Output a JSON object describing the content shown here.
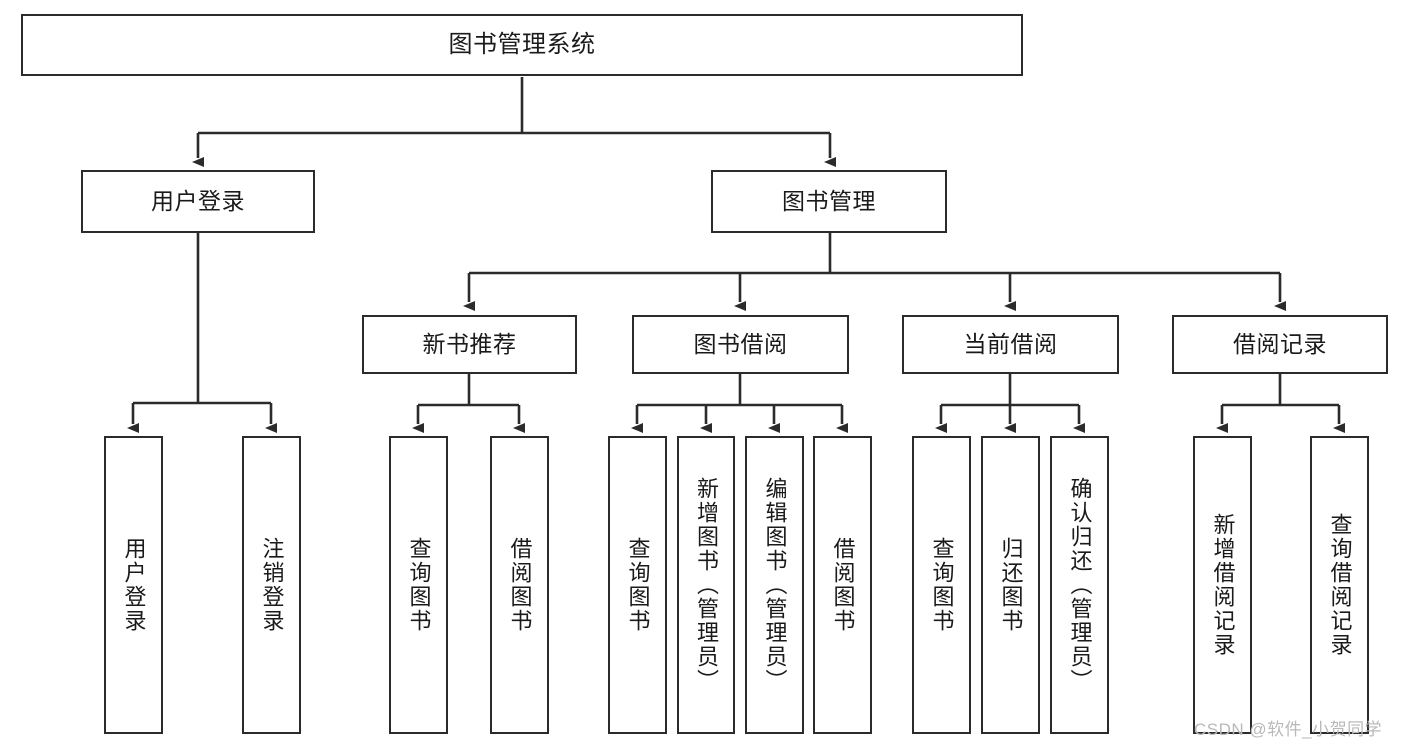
{
  "diagram": {
    "title": "图书管理系统",
    "watermark": "CSDN @软件_小贺同学",
    "colors": {
      "stroke": "#2b2b2b",
      "fill": "#ffffff",
      "text": "#1a1a1a",
      "watermark": "#b9b9b9"
    },
    "nodes": {
      "root": {
        "label": "图书管理系统"
      },
      "level2": [
        {
          "label": "用户登录"
        },
        {
          "label": "图书管理"
        }
      ],
      "level3": [
        {
          "label": "新书推荐"
        },
        {
          "label": "图书借阅"
        },
        {
          "label": "当前借阅"
        },
        {
          "label": "借阅记录"
        }
      ],
      "leaves": {
        "user_login": [
          {
            "label": "用户登录"
          },
          {
            "label": "注销登录"
          }
        ],
        "new_book": [
          {
            "label": "查询图书"
          },
          {
            "label": "借阅图书"
          }
        ],
        "book_borrow": [
          {
            "label": "查询图书"
          },
          {
            "label": "新增图书（管理员）"
          },
          {
            "label": "编辑图书（管理员）"
          },
          {
            "label": "借阅图书"
          }
        ],
        "current_borrow": [
          {
            "label": "查询图书"
          },
          {
            "label": "归还图书"
          },
          {
            "label": "确认归还（管理员）"
          }
        ],
        "borrow_record": [
          {
            "label": "新增借阅记录"
          },
          {
            "label": "查询借阅记录"
          }
        ]
      }
    }
  }
}
